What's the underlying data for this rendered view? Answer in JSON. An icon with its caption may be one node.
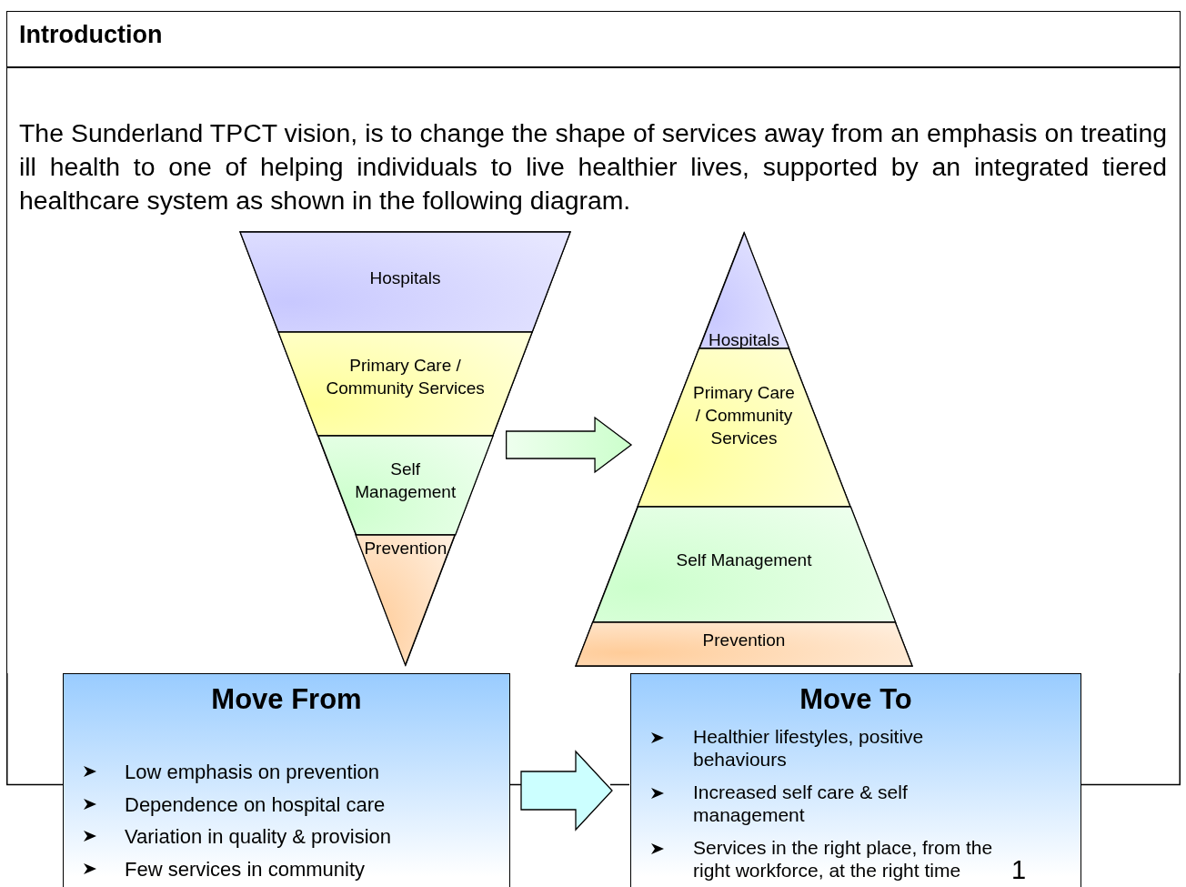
{
  "diagram": {
    "nodes": [
      {
        "text": [
          "Introduction",
          "The Sunderland TPCT vision, is to change the shape of services away from an emphasis on treating ill health to one of helping individuals to live healthier lives, supported by an integrated tiered healthcare system as shown in the following diagram."
        ]
      },
      {
        "text": [],
        "shape": "triangle",
        "in": 0
      },
      {
        "text": [
          "Hospitals"
        ],
        "in": 1
      },
      {
        "text": [
          "Primary Care / Community Services"
        ],
        "in": 1
      },
      {
        "text": [
          "Self Management"
        ],
        "in": 1
      },
      {
        "text": [
          "Prevention"
        ],
        "in": 1
      },
      {
        "text": [],
        "shape": "triangle",
        "in": 0
      },
      {
        "text": [
          "Hospitals"
        ],
        "in": 6
      },
      {
        "text": [
          "Primary Care / Community Services"
        ],
        "in": 6
      },
      {
        "text": [
          "Self Management"
        ],
        "in": 6
      },
      {
        "text": [
          "Prevention"
        ],
        "in": 6
      },
      {
        "text": [
          "Move From",
          "Low emphasis on prevention",
          "Dependence on hospital care",
          "Variation in quality & provision",
          "Few services in community"
        ]
      },
      {
        "text": [
          "Move To",
          "Healthier lifestyles, positive behaviours",
          "Increased self care & self management",
          "Services in the right place, from the right workforce, at the right time"
        ]
      }
    ],
    "edges": [
      {
        "from": 1,
        "to": 6,
        "arrow": "to"
      },
      {
        "from": 11,
        "to": 12,
        "arrow": "to"
      }
    ],
    "labels": [
      "1"
    ]
  }
}
